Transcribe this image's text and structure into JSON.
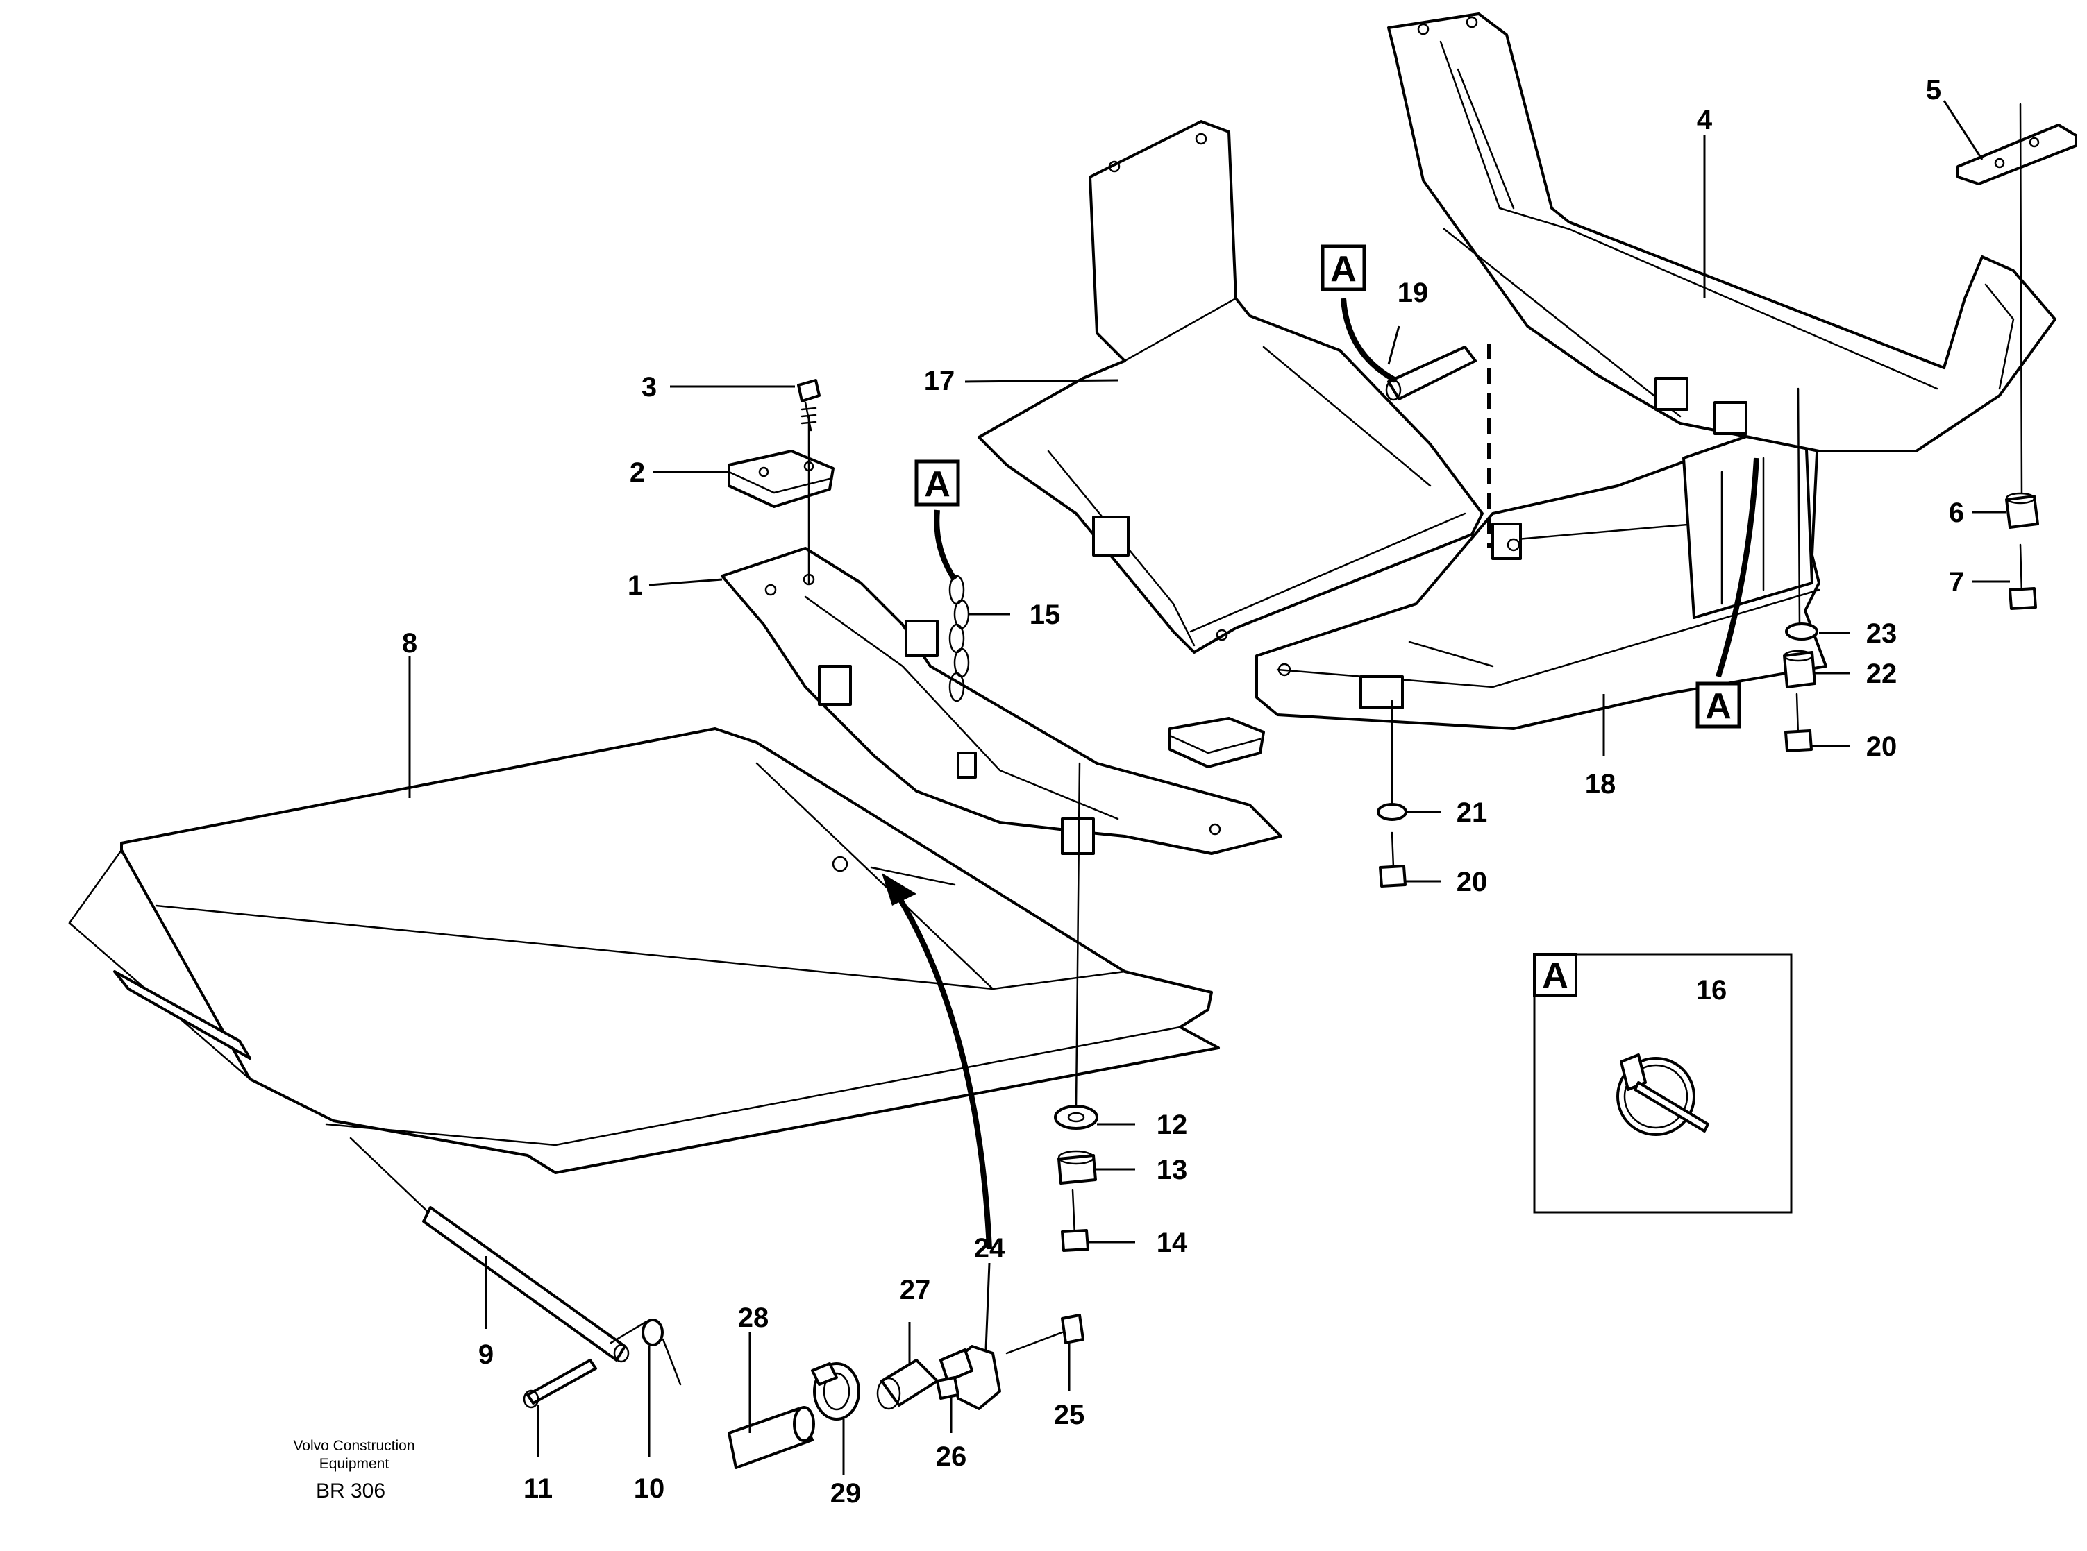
{
  "credit": {
    "line1": "Volvo Construction",
    "line2": "Equipment",
    "doc_ref": "BR 306"
  },
  "view_label": "A",
  "callouts": {
    "c1": "1",
    "c2": "2",
    "c3": "3",
    "c4": "4",
    "c5": "5",
    "c6": "6",
    "c7": "7",
    "c8": "8",
    "c9": "9",
    "c10": "10",
    "c11": "11",
    "c12": "12",
    "c13": "13",
    "c14": "14",
    "c15": "15",
    "c16": "16",
    "c17": "17",
    "c18": "18",
    "c19": "19",
    "c20a": "20",
    "c20b": "20",
    "c21": "21",
    "c22": "22",
    "c23": "23",
    "c24": "24",
    "c25": "25",
    "c26": "26",
    "c27": "27",
    "c28": "28",
    "c29": "29"
  },
  "detail_marker_a": {
    "m1": "A",
    "m2": "A",
    "m3": "A",
    "m4": "A"
  }
}
